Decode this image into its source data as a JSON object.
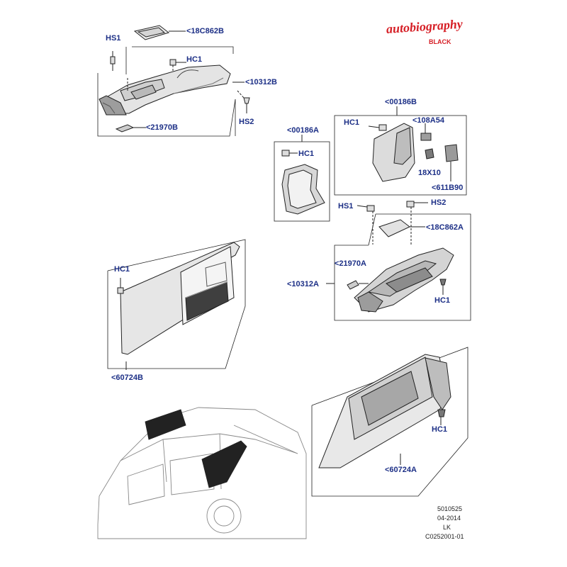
{
  "brand": {
    "name": "autobiography",
    "edition": "BLACK"
  },
  "callouts": {
    "top_left": {
      "hs1": "HS1",
      "part_18c862b": "<18C862B",
      "hc1": "HC1",
      "part_10312b": "<10312B",
      "hs2": "HS2",
      "part_21970b": "<21970B"
    },
    "mid_left_box": {
      "part_00186a": "<00186A",
      "hc1": "HC1"
    },
    "right_upper_box": {
      "part_00186b": "<00186B",
      "hc1": "HC1",
      "part_108a54": "<108A54",
      "size": "18X10",
      "part_611b90": "<611B90"
    },
    "right_mid": {
      "hs1": "HS1",
      "hs2": "HS2",
      "part_18c862a": "<18C862A",
      "part_21970a": "<21970A",
      "part_10312a": "<10312A",
      "hc1": "HC1"
    },
    "left_panel": {
      "hc1": "HC1",
      "part_60724b": "<60724B"
    },
    "right_panel": {
      "hc1": "HC1",
      "part_60724a": "<60724A"
    }
  },
  "footer": {
    "code": "5010525",
    "date": "04-2014",
    "initials": "LK",
    "drawing_id": "C0252001-01"
  }
}
